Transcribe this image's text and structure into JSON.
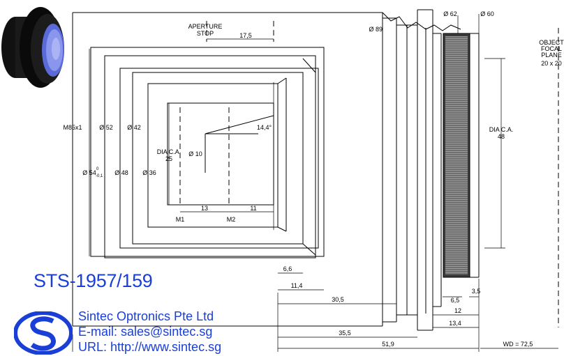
{
  "part_number": "STS-1957/159",
  "company": {
    "name": "Sintec Optronics Pte Ltd",
    "email": "E-mail: sales@sintec.sg",
    "url": "URL: http://www.sintec.sg"
  },
  "labels": {
    "aperture_stop_1": "APERTURE",
    "aperture_stop_2": "STOP",
    "object_1": "OBJECT",
    "object_2": "FOCAL",
    "object_3": "PLANE",
    "object_4": "20 x 20",
    "dia_ca_48_1": "DIA C.A.",
    "dia_ca_48_2": "48",
    "dia_ca_25_1": "DIA C.A.",
    "dia_ca_25_2": "25",
    "m1": "M1",
    "m2": "M2",
    "thread": "M85x1",
    "wd": "WD = 72,5"
  },
  "dimensions": {
    "d89": "Ø 89",
    "d62": "Ø 62",
    "d60": "Ø 60",
    "d52": "Ø 52",
    "d42": "Ø 42",
    "d54": "Ø 54",
    "d54_tol_upper": "0",
    "d54_tol_lower": "-0,1",
    "d48": "Ø 48",
    "d36": "Ø 36",
    "d10": "Ø 10",
    "angle": "14,4°",
    "l17_5": "17,5",
    "l13": "13",
    "l11": "11",
    "l6_6": "6,6",
    "l11_4": "11,4",
    "l30_5": "30,5",
    "l35_5": "35,5",
    "l51_9": "51,9",
    "l6_5": "6,5",
    "l3_5": "3,5",
    "l12": "12",
    "l13_4": "13,4"
  },
  "colors": {
    "brand_blue": "#1a3fd6",
    "line": "#000000"
  }
}
